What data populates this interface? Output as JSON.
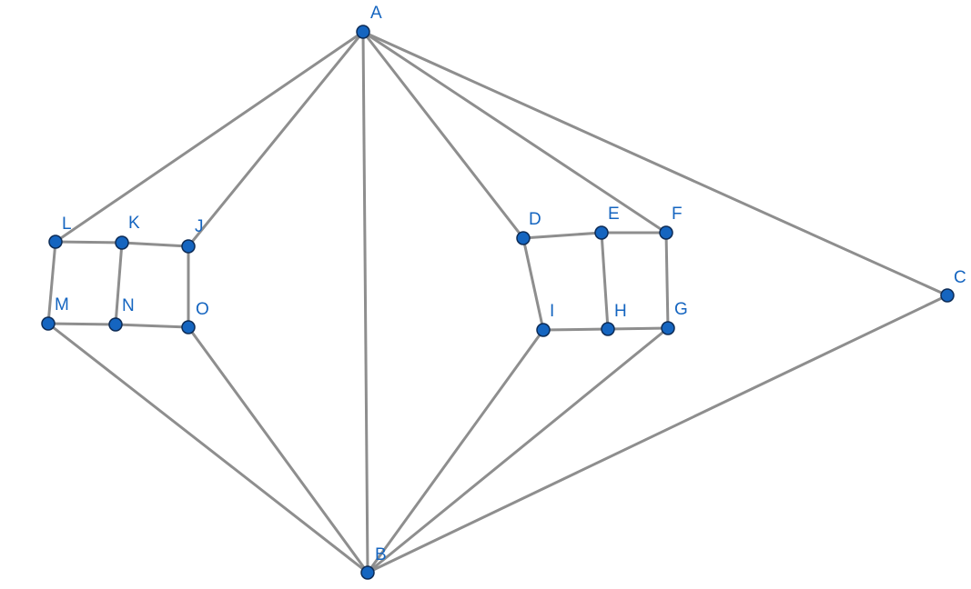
{
  "diagram": {
    "colors": {
      "edge": "#8e8e8e",
      "vertex_fill": "#1565c0",
      "vertex_stroke": "#0d2b55",
      "label": "#1565c0",
      "background": "#ffffff"
    },
    "vertices": [
      {
        "id": "A",
        "label": "A"
      },
      {
        "id": "B",
        "label": "B"
      },
      {
        "id": "C",
        "label": "C"
      },
      {
        "id": "D",
        "label": "D"
      },
      {
        "id": "E",
        "label": "E"
      },
      {
        "id": "F",
        "label": "F"
      },
      {
        "id": "G",
        "label": "G"
      },
      {
        "id": "H",
        "label": "H"
      },
      {
        "id": "I",
        "label": "I"
      },
      {
        "id": "J",
        "label": "J"
      },
      {
        "id": "K",
        "label": "K"
      },
      {
        "id": "L",
        "label": "L"
      },
      {
        "id": "M",
        "label": "M"
      },
      {
        "id": "N",
        "label": "N"
      },
      {
        "id": "O",
        "label": "O"
      }
    ],
    "edges": [
      [
        "A",
        "L"
      ],
      [
        "A",
        "J"
      ],
      [
        "A",
        "B"
      ],
      [
        "A",
        "D"
      ],
      [
        "A",
        "F"
      ],
      [
        "A",
        "C"
      ],
      [
        "L",
        "K"
      ],
      [
        "K",
        "J"
      ],
      [
        "L",
        "M"
      ],
      [
        "K",
        "N"
      ],
      [
        "J",
        "O"
      ],
      [
        "M",
        "N"
      ],
      [
        "N",
        "O"
      ],
      [
        "M",
        "B"
      ],
      [
        "O",
        "B"
      ],
      [
        "D",
        "E"
      ],
      [
        "E",
        "F"
      ],
      [
        "D",
        "I"
      ],
      [
        "E",
        "H"
      ],
      [
        "F",
        "G"
      ],
      [
        "I",
        "H"
      ],
      [
        "H",
        "G"
      ],
      [
        "I",
        "B"
      ],
      [
        "G",
        "B"
      ],
      [
        "C",
        "B"
      ]
    ]
  }
}
